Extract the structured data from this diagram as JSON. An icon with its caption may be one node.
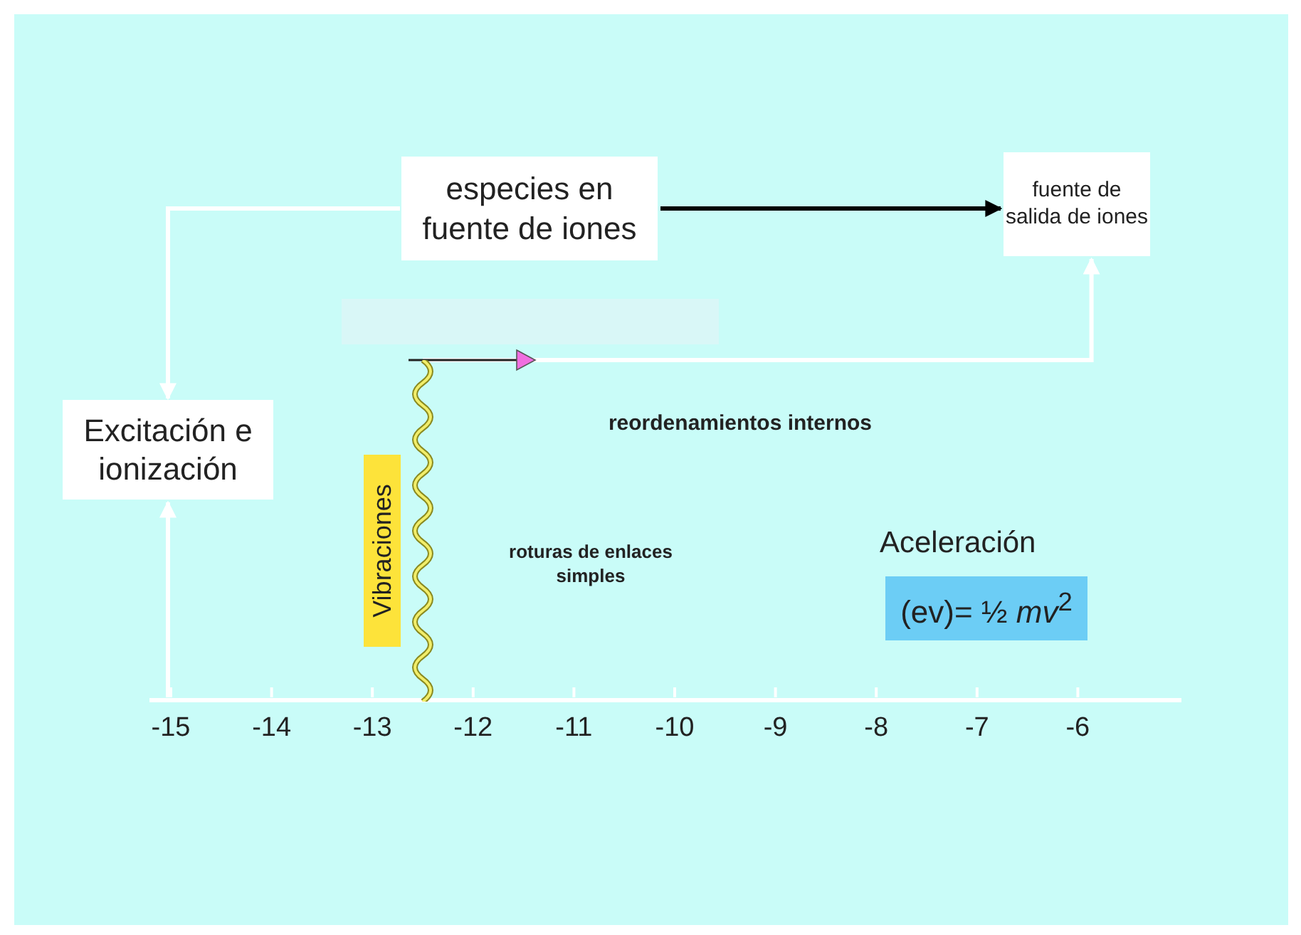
{
  "diagram": {
    "nodes": [
      {
        "text": [
          "especies en fuente de iones"
        ]
      },
      {
        "text": [
          "fuente de salida de iones"
        ]
      },
      {
        "text": [],
        "shape": "box"
      },
      {
        "text": [],
        "shape": "wave"
      },
      {
        "text": [
          "Excitación e ionización"
        ]
      },
      {
        "text": [
          "Vibraciones"
        ]
      },
      {
        "text": [
          "(ev)= ½ *mv*$^{2}$"
        ],
        "beside": [
          "Aceleración"
        ]
      }
    ],
    "edges": [
      {
        "from": 0,
        "to": 1,
        "arrow": "to",
        "color": "#000000"
      },
      {
        "from": 0,
        "to": 4,
        "arrow": "to"
      },
      {
        "from": null,
        "to": 4,
        "arrow": "to"
      },
      {
        "from": 3,
        "to": 1,
        "arrow": "to"
      }
    ],
    "labels": [
      "reordenamientos internos",
      "roturas de enlaces simples",
      "-15",
      "-14",
      "-13",
      "-12",
      "-11",
      "-10",
      "-9",
      "-8",
      "-7",
      "-6"
    ]
  }
}
